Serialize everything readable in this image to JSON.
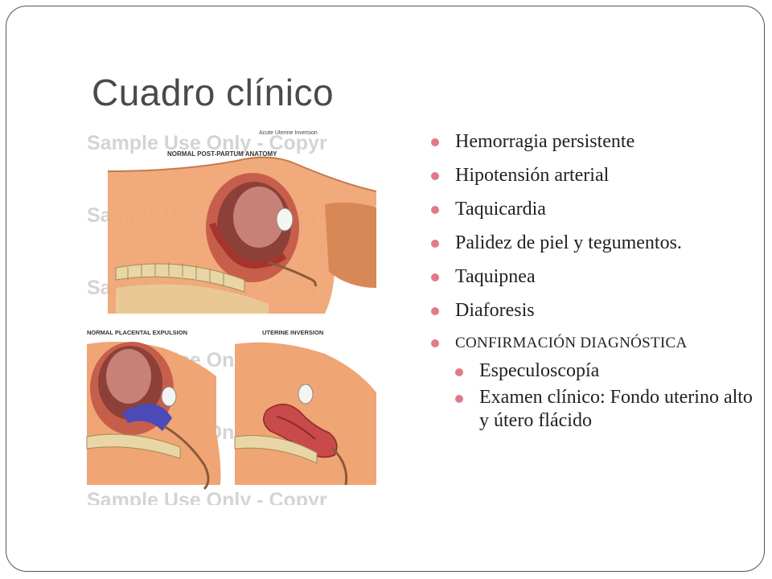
{
  "slide": {
    "title": "Cuadro clínico",
    "accent_color": "#e07a8a",
    "bullets": [
      "Hemorragia persistente",
      "Hipotensión arterial",
      "Taquicardia",
      "Palidez de piel y tegumentos.",
      "Taquipnea",
      "Diaforesis"
    ],
    "section_heading": "CONFIRMACIÓN DIAGNÓSTICA",
    "sub_bullets": [
      "Especuloscopía",
      "Examen clínico: Fondo uterino alto y útero flácido"
    ]
  },
  "figure": {
    "heading": "Acute Uterine Inversion",
    "panel_top_label": "NORMAL POST-PARTUM ANATOMY",
    "panel_bottom_left_label": "NORMAL PLACENTAL EXPULSION",
    "panel_bottom_right_label": "UTERINE INVERSION",
    "watermark": "Sample Use Only - Copyr"
  }
}
